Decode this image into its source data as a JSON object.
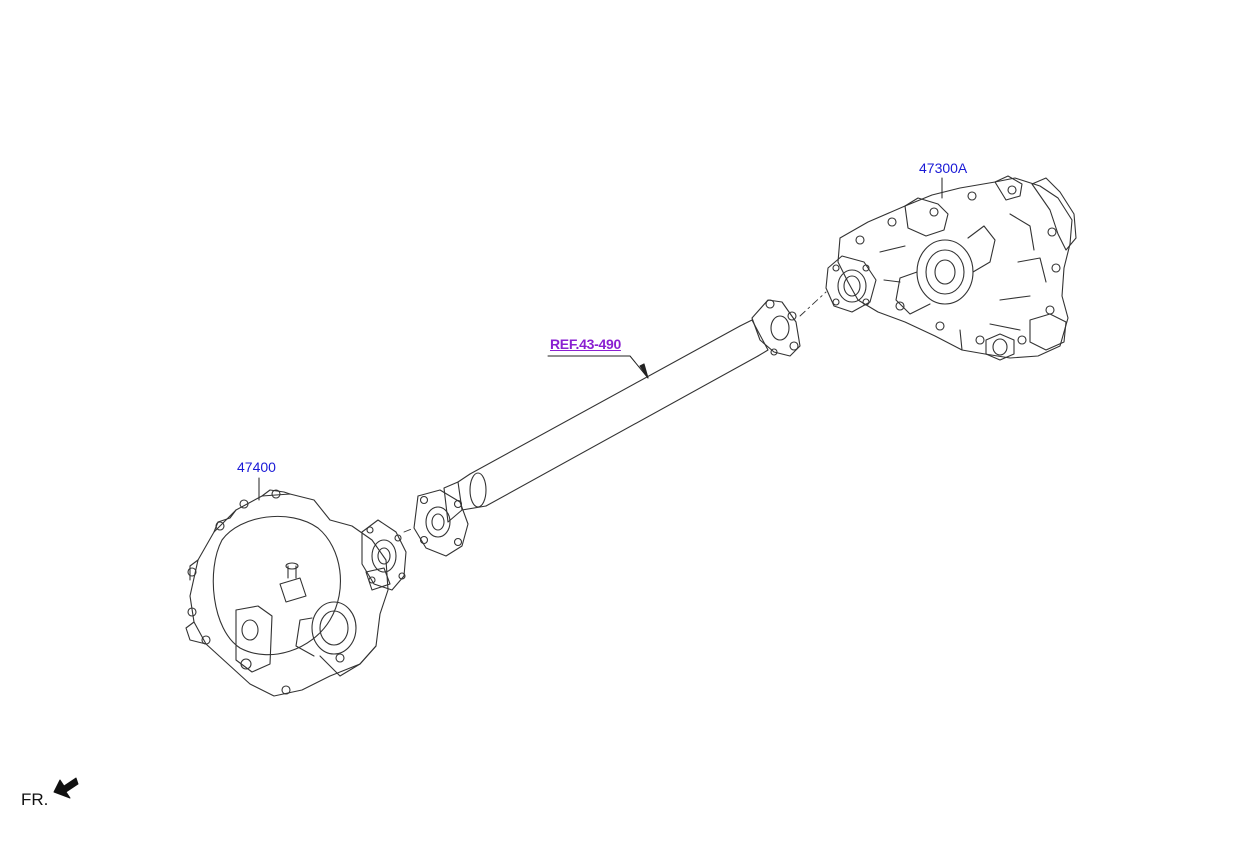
{
  "colors": {
    "part_number": "#1a1ad6",
    "reference": "#8a1fd1",
    "line_art": "#333333"
  },
  "callouts": {
    "transfer_case": "47300A",
    "propeller_shaft_ref": "REF.43-490",
    "front_differential": "47400"
  },
  "orientation": {
    "label": "FR.",
    "icon": "front-direction-arrow-icon"
  }
}
